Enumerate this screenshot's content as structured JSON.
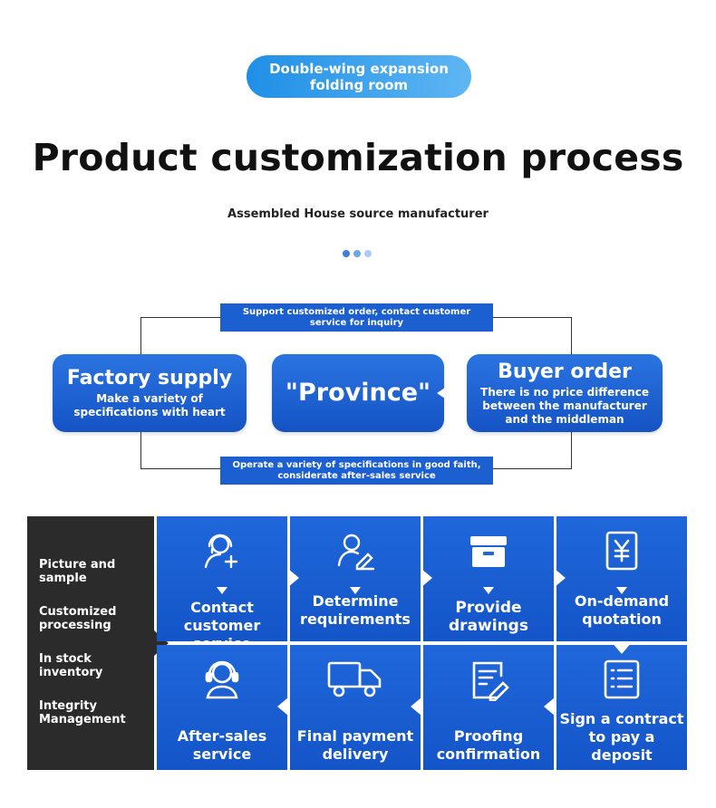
{
  "header": {
    "pill_label": "Double-wing expansion folding room",
    "title": "Product customization process",
    "subtitle": "Assembled House source manufacturer",
    "dot_colors": [
      "#3b7fd6",
      "#6ea6e6",
      "#a9cdf2"
    ]
  },
  "cycle": {
    "top_banner": "Support customized order, contact customer service for inquiry",
    "bottom_banner": "Operate a variety of specifications in good faith, considerate after-sales service",
    "left": {
      "title": "Factory supply",
      "subtitle": "Make a variety of specifications with heart"
    },
    "center": {
      "title": "\"Province\""
    },
    "right": {
      "title": "Buyer order",
      "subtitle": "There is no price difference between the manufacturer and the middleman"
    }
  },
  "sidebar": {
    "items": [
      {
        "label": "Picture and sample"
      },
      {
        "label": "Customized processing"
      },
      {
        "label": "In stock inventory"
      },
      {
        "label": "Integrity Management"
      }
    ]
  },
  "steps": {
    "row1": [
      {
        "label": "Contact customer service",
        "icon": "headset-user-icon"
      },
      {
        "label": "Determine requirements",
        "icon": "user-edit-icon"
      },
      {
        "label": "Provide drawings",
        "icon": "archive-box-icon"
      },
      {
        "label": "On-demand quotation",
        "icon": "yen-document-icon"
      }
    ],
    "row2": [
      {
        "label": "After-sales service",
        "icon": "headset-support-icon"
      },
      {
        "label": "Final payment delivery",
        "icon": "delivery-truck-icon"
      },
      {
        "label": "Proofing confirmation",
        "icon": "document-pen-icon"
      },
      {
        "label": "Sign a contract to pay a deposit",
        "icon": "contract-list-icon"
      }
    ]
  },
  "colors": {
    "brand_blue": "#1c5fd0",
    "dark_panel": "#2b2b2b"
  }
}
